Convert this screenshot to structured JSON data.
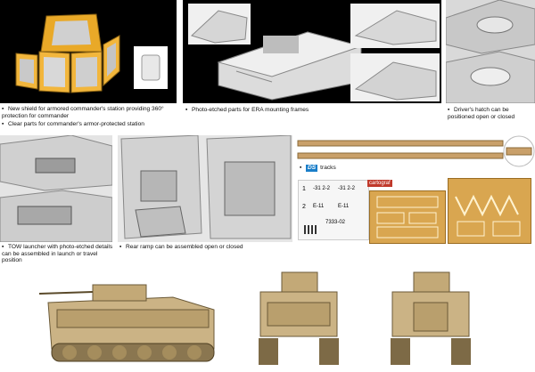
{
  "captions": {
    "commander_shield": "New shield for armored commander's station providing 360° protection for commander",
    "clear_parts": "Clear parts for commander's armor-protected station",
    "era_frames": "Photo-etched parts for ERA mounting frames",
    "drivers_hatch": "Driver's hatch can be positioned open or closed",
    "tow_launcher": "TOW launcher with photo-etched details can be assembled in launch or travel position",
    "rear_ramp": "Rear ramp can be assembled open or closed",
    "tracks_logo": "DS",
    "tracks": "tracks"
  },
  "decal_sheet": {
    "label_1": "1",
    "label_2": "2",
    "codes_1": [
      "-31 2-2",
      "-31 2-2"
    ],
    "codes_2": [
      "E-11",
      "E-11"
    ],
    "serial": "7333-02",
    "brand": "cartograf"
  },
  "colors": {
    "tan": "#cbb385",
    "orange_frame": "#f2b63c",
    "black_panel": "#000000",
    "tracks": "#c9a06a",
    "brass": "#d9a650"
  },
  "icons": [
    "bullet-square",
    "ds-tracks-logo"
  ]
}
